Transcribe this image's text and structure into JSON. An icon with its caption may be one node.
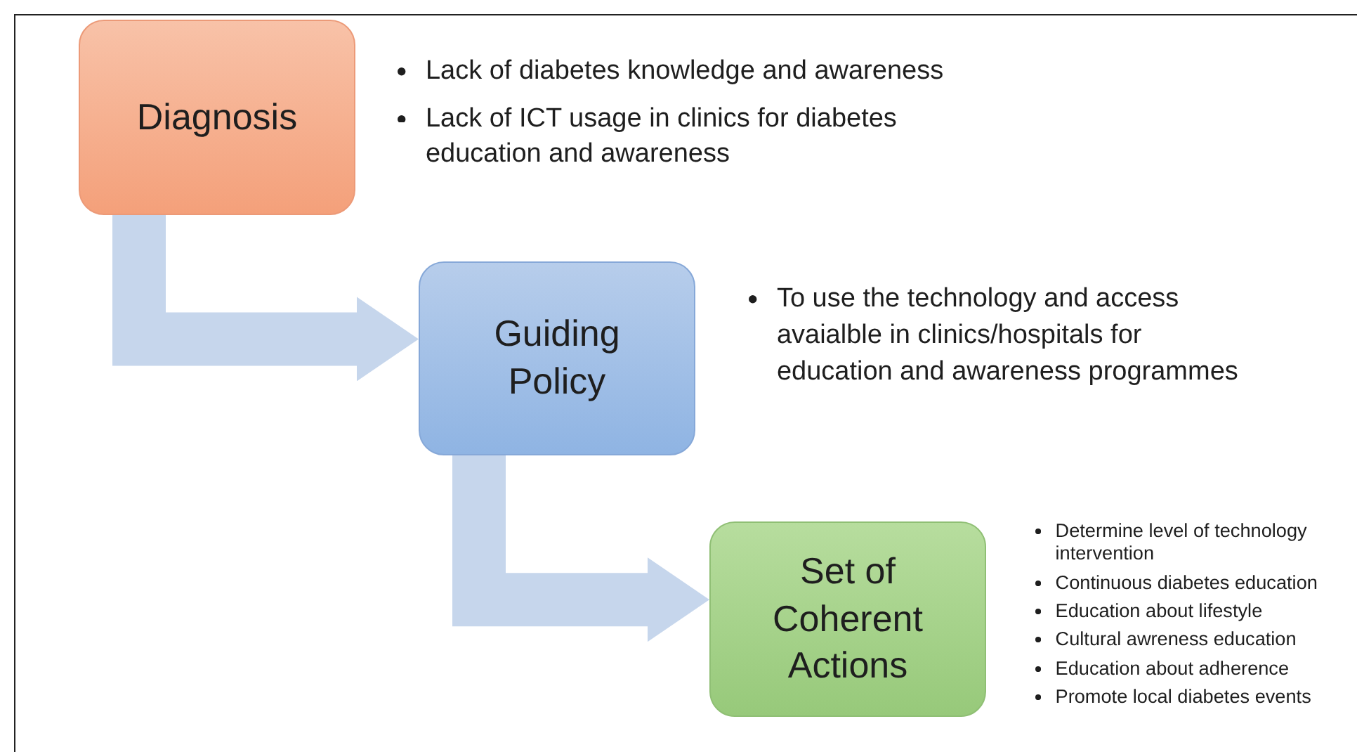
{
  "diagram": {
    "nodes": [
      {
        "text": [
          "Diagnosis"
        ],
        "beside": [
          "Lack of diabetes knowledge and awareness",
          "Lack of ICT usage in clinics for diabetes education and awareness"
        ]
      },
      {
        "text": [
          "Guiding Policy"
        ],
        "beside": [
          "To use the technology and access avaialble in clinics/hospitals for education and awareness programmes"
        ]
      },
      {
        "text": [
          "Set of Coherent Actions"
        ],
        "beside": [
          "Determine level of technology intervention",
          "Continuous diabetes education",
          "Education about lifestyle",
          "Cultural awreness education",
          "Education about adherence",
          "Promote local diabetes events"
        ]
      }
    ],
    "edges": [
      {
        "from": 0,
        "to": 1,
        "arrow": "to"
      },
      {
        "from": 1,
        "to": 2,
        "arrow": "to"
      }
    ]
  }
}
